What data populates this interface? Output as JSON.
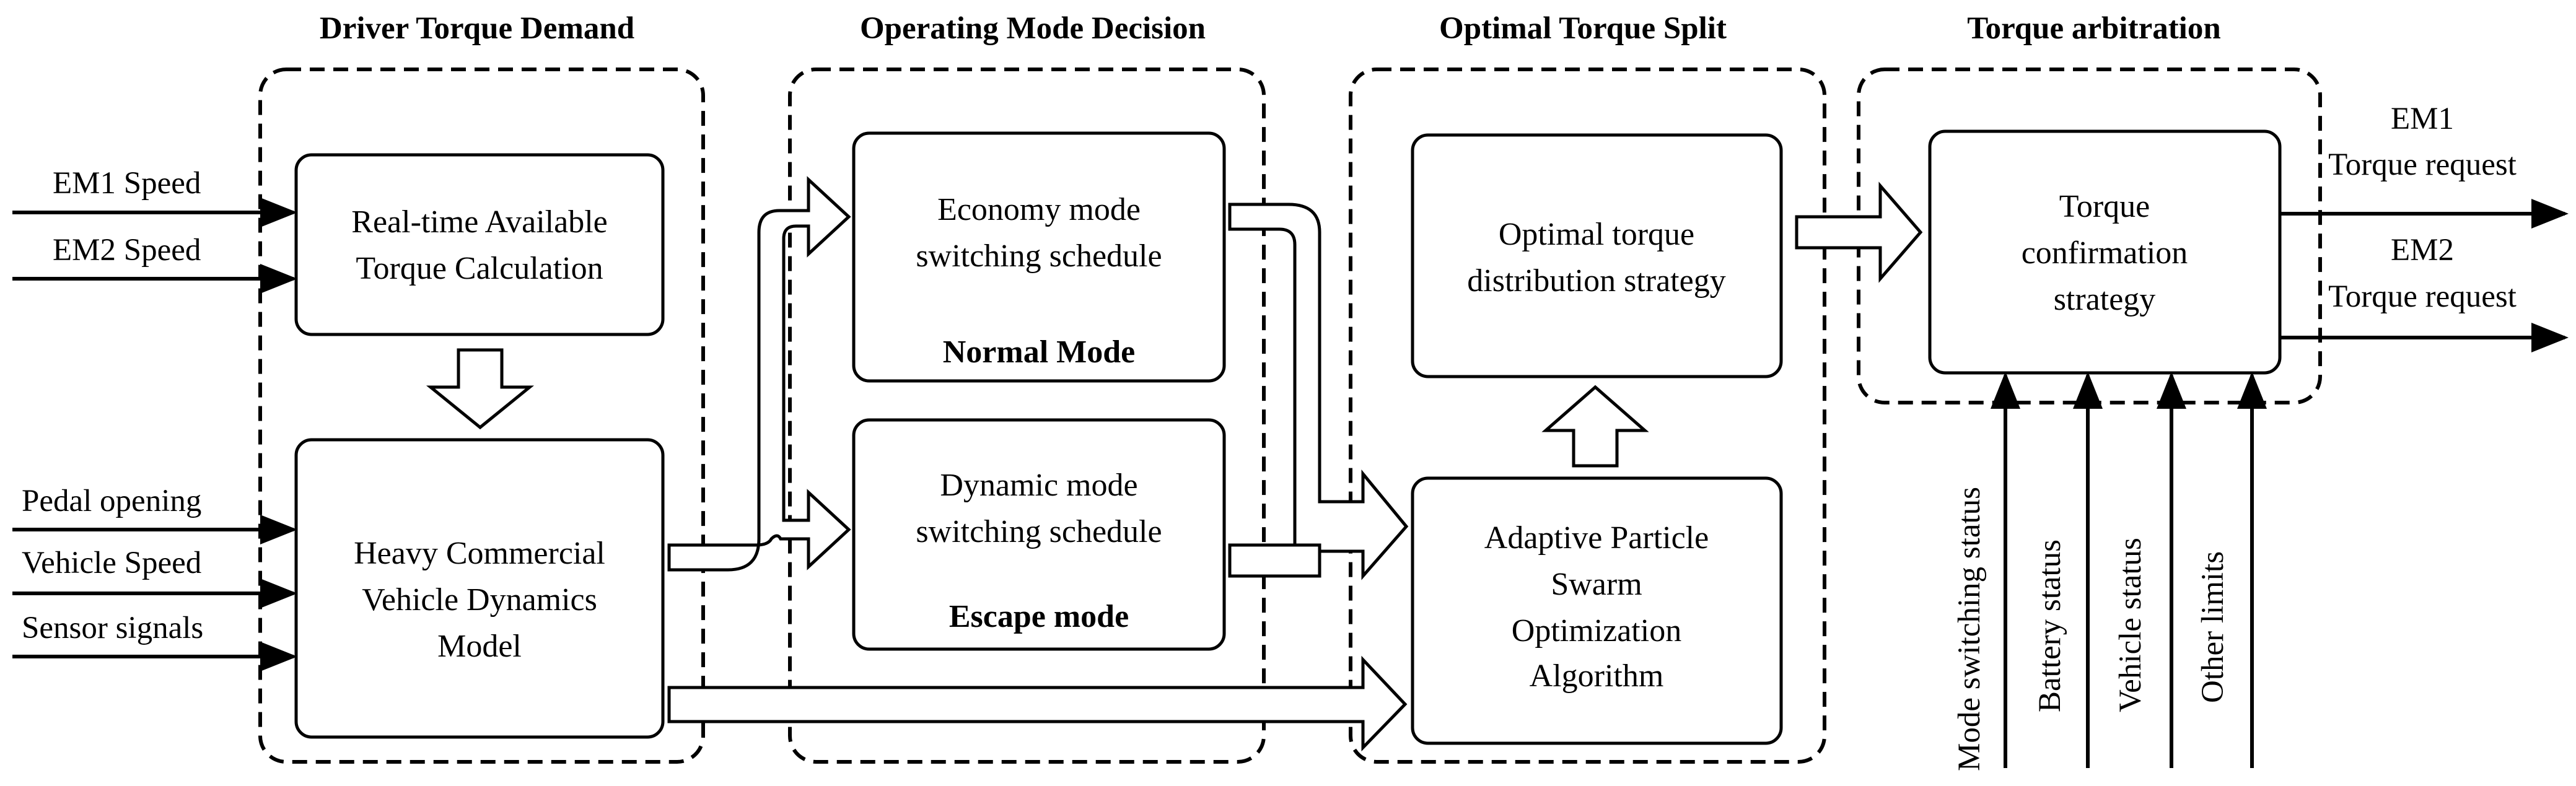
{
  "sections": {
    "driver": "Driver Torque Demand",
    "mode": "Operating Mode Decision",
    "split": "Optimal Torque Split",
    "arbitration": "Torque arbitration"
  },
  "blocks": {
    "torque_calc": [
      "Real-time Available",
      "Torque Calculation"
    ],
    "dynamics": [
      "Heavy Commercial",
      "Vehicle Dynamics",
      "Model"
    ],
    "economy": [
      "Economy mode",
      "switching schedule"
    ],
    "normal_mode": "Normal Mode",
    "dynamic": [
      "Dynamic mode",
      "switching schedule"
    ],
    "escape_mode": "Escape mode",
    "optimal": [
      "Optimal torque",
      "distribution strategy"
    ],
    "apso": [
      "Adaptive Particle",
      "Swarm",
      "Optimization",
      "Algorithm"
    ],
    "confirmation": [
      "Torque",
      "confirmation",
      "strategy"
    ]
  },
  "inputs": {
    "em1_speed": "EM1 Speed",
    "em2_speed": "EM2 Speed",
    "pedal": "Pedal opening",
    "vehicle_speed": "Vehicle Speed",
    "sensor": "Sensor signals"
  },
  "outputs": {
    "em1_a": "EM1",
    "em1_b": "Torque request",
    "em2_a": "EM2",
    "em2_b": "Torque request"
  },
  "status_inputs": {
    "mode_switching": "Mode switching status",
    "battery": "Battery status",
    "vehicle": "Vehicle status",
    "other": "Other limits"
  }
}
